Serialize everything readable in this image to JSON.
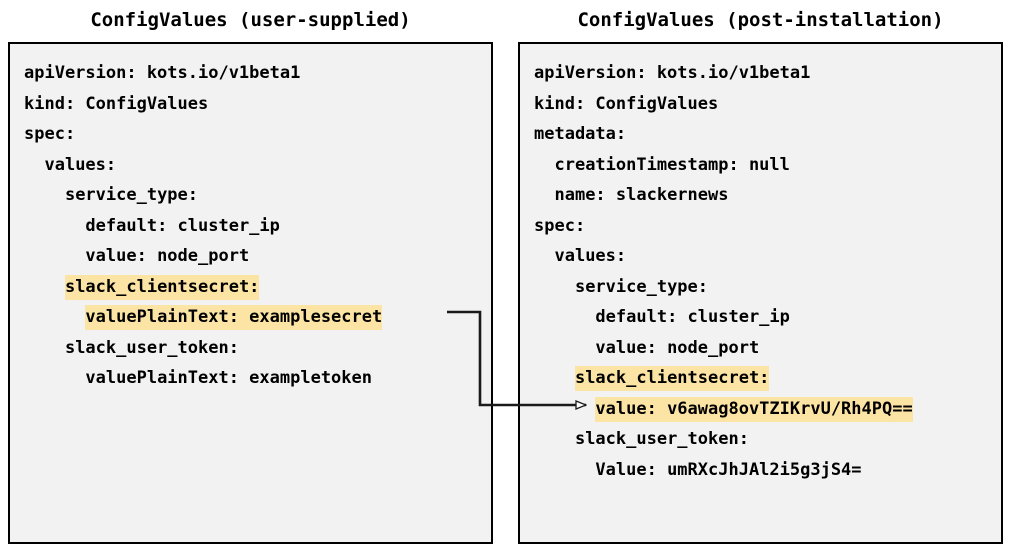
{
  "panels": {
    "left": {
      "title": "ConfigValues (user-supplied)",
      "lines": [
        {
          "indent": 0,
          "text": "apiVersion: kots.io/v1beta1",
          "highlight": false
        },
        {
          "indent": 0,
          "text": "kind: ConfigValues",
          "highlight": false
        },
        {
          "indent": 0,
          "text": "spec:",
          "highlight": false
        },
        {
          "indent": 1,
          "text": "values:",
          "highlight": false
        },
        {
          "indent": 2,
          "text": "service_type:",
          "highlight": false
        },
        {
          "indent": 3,
          "text": "default: cluster_ip",
          "highlight": false
        },
        {
          "indent": 3,
          "text": "value: node_port",
          "highlight": false
        },
        {
          "indent": 2,
          "text": "slack_clientsecret:",
          "highlight": true
        },
        {
          "indent": 3,
          "text": "valuePlainText: examplesecret",
          "highlight": true
        },
        {
          "indent": 2,
          "text": "slack_user_token:",
          "highlight": false
        },
        {
          "indent": 3,
          "text": "valuePlainText: exampletoken",
          "highlight": false
        }
      ]
    },
    "right": {
      "title": "ConfigValues (post-installation)",
      "lines": [
        {
          "indent": 0,
          "text": "apiVersion: kots.io/v1beta1",
          "highlight": false
        },
        {
          "indent": 0,
          "text": "kind: ConfigValues",
          "highlight": false
        },
        {
          "indent": 0,
          "text": "metadata:",
          "highlight": false
        },
        {
          "indent": 1,
          "text": "creationTimestamp: null",
          "highlight": false
        },
        {
          "indent": 1,
          "text": "name: slackernews",
          "highlight": false
        },
        {
          "indent": 0,
          "text": "spec:",
          "highlight": false
        },
        {
          "indent": 1,
          "text": "values:",
          "highlight": false
        },
        {
          "indent": 2,
          "text": "service_type:",
          "highlight": false
        },
        {
          "indent": 3,
          "text": "default: cluster_ip",
          "highlight": false
        },
        {
          "indent": 3,
          "text": "value: node_port",
          "highlight": false
        },
        {
          "indent": 2,
          "text": "slack_clientsecret:",
          "highlight": true
        },
        {
          "indent": 3,
          "text": "value: v6awag8ovTZIKrvU/Rh4PQ==",
          "highlight": true
        },
        {
          "indent": 2,
          "text": "slack_user_token:",
          "highlight": false
        },
        {
          "indent": 3,
          "text": "Value: umRXcJhJAl2i5g3jS4=",
          "highlight": false
        }
      ]
    }
  },
  "connector": {
    "name": "secret-transform-arrow",
    "from_line": "valuePlainText: examplesecret",
    "to_line": "value: v6awag8ovTZIKrvU/Rh4PQ==",
    "color": "#1a1a1a"
  },
  "colors": {
    "highlight": "#fce4a4",
    "panel_background": "#f2f2f2",
    "panel_border": "#000000",
    "text": "#000000",
    "page_background": "#ffffff"
  }
}
